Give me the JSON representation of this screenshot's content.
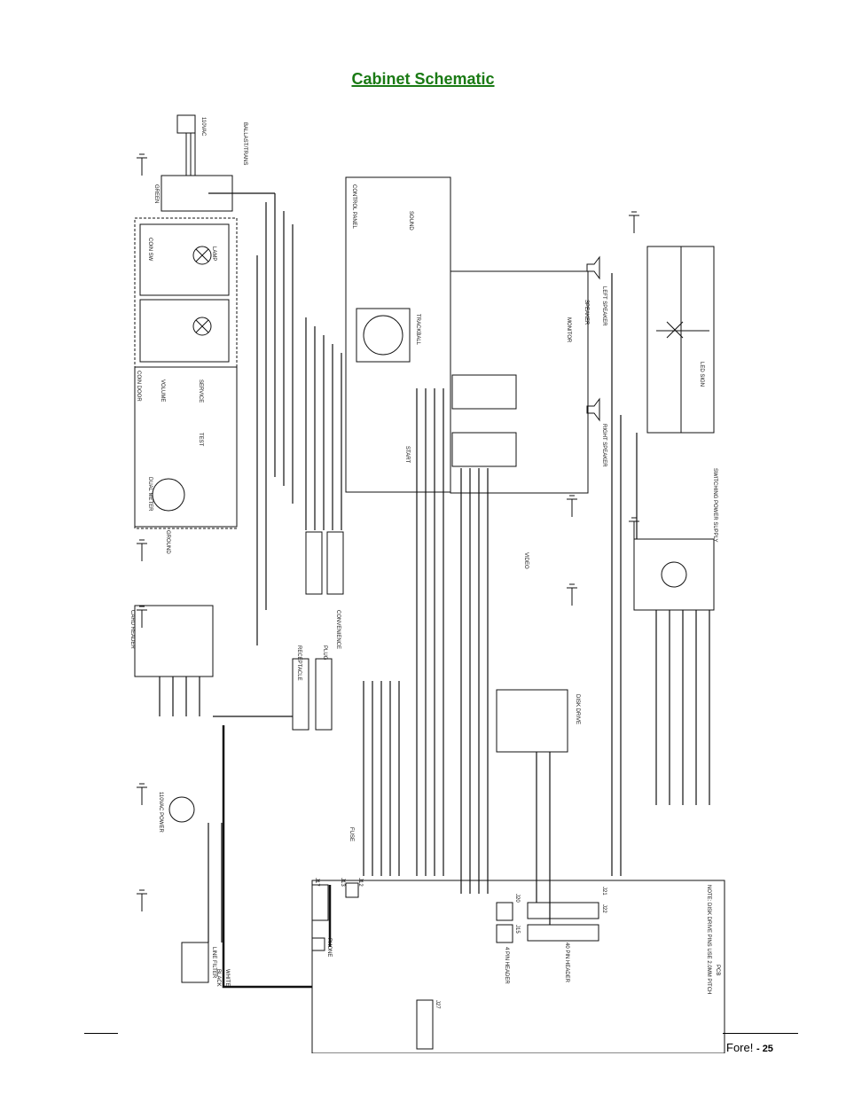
{
  "title": "Cabinet Schematic",
  "footer": {
    "brand": "Fore!",
    "page": "- 25"
  },
  "labels": {
    "ballast": "BALLAST/TRANS",
    "ac110_top": "110VAC",
    "control_panel": "CONTROL PANEL",
    "coin_door": "COIN DOOR",
    "trackball": "TRACKBALL",
    "monitor": "MONITOR",
    "speaker_left": "LEFT SPEAKER",
    "speaker_right": "RIGHT SPEAKER",
    "led_sign": "LED SIGN",
    "card_reader": "CARD READER",
    "convenience": "CONVENIENCE",
    "video": "VIDEO",
    "power_supply": "SWITCHING POWER SUPPLY",
    "power_entry": "110VAC POWER",
    "line_filter": "LINE FILTER",
    "dual_meter": "DUAL METER",
    "disk_drive": "DISK DRIVE",
    "pcb": "PCB",
    "j22": "J22",
    "j21": "J21",
    "j20": "J20",
    "j15": "J15",
    "j17": "J17",
    "j13": "J13",
    "j12": "J12",
    "j27": "J27",
    "phone": "PHONE",
    "pin_header_40": "40 PIN HEADER",
    "pin_header_4": "4 PIN HEADER",
    "receptacle": "RECEPTACLE",
    "plug": "PLUG",
    "note": "NOTE: DISK DRIVE PINS USE 2.0MM PITCH",
    "green": "GREEN",
    "black": "BLACK",
    "white": "WHITE",
    "ground": "GROUND",
    "start": "START",
    "test": "TEST",
    "service": "SERVICE",
    "volume": "VOLUME",
    "coin_sw": "COIN SW",
    "lamp": "LAMP",
    "speaker": "SPEAKER",
    "sound": "SOUND",
    "fuse": "FUSE"
  }
}
